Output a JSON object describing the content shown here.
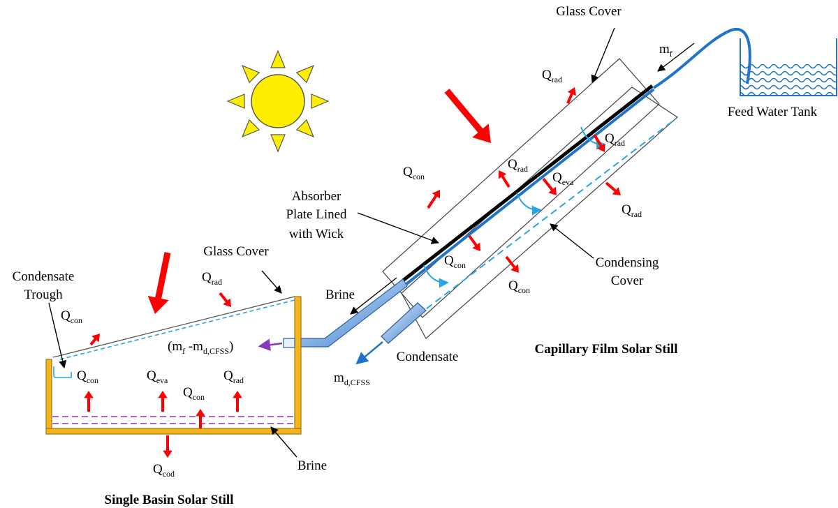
{
  "colors": {
    "heat_arrow": "#ff0000",
    "frame_gold": "#f5b51b",
    "water_blue": "#1f74c9",
    "wick_black": "#000000",
    "condensate_cyan": "#27a6e6",
    "brine_purple": "#8a3ab9",
    "sun_yellow": "#ffee00"
  },
  "icons": [
    "sun-icon",
    "heat-flow-arrow",
    "solar-radiation-arrow"
  ],
  "labels": {
    "glass_cover_top": "Glass Cover",
    "mf": {
      "base": "m",
      "sub": "f"
    },
    "feed_water_tank": "Feed Water Tank",
    "absorber_1": "Absorber",
    "absorber_2": "Plate Lined",
    "absorber_3": "with Wick",
    "condensing_1": "Condensing",
    "condensing_2": "Cover",
    "brine_top": "Brine",
    "condensate": "Condensate",
    "md_cfss": {
      "base": "m",
      "sub": "d,CFSS"
    },
    "cfss_title": "Capillary Film Solar Still",
    "glass_cover_left": "Glass Cover",
    "condensate_trough_1": "Condensate",
    "condensate_trough_2": "Trough",
    "outflow": {
      "pre": "(m",
      "sub1": "f",
      "mid": " -m",
      "sub2": "d,CFSS",
      "post": ")"
    },
    "brine_bottom": "Brine",
    "sbss_title": "Single Basin Solar Still"
  },
  "heat_terms": {
    "rad_top": {
      "base": "Q",
      "sub": "rad"
    },
    "con_upper": {
      "base": "Q",
      "sub": "con"
    },
    "rad_mid": {
      "base": "Q",
      "sub": "rad"
    },
    "eva_mid": {
      "base": "Q",
      "sub": "eva"
    },
    "rad_right1": {
      "base": "Q",
      "sub": "rad"
    },
    "rad_right2": {
      "base": "Q",
      "sub": "rad"
    },
    "con_mid": {
      "base": "Q",
      "sub": "con"
    },
    "con_low": {
      "base": "Q",
      "sub": "con"
    },
    "rad_basin_top": {
      "base": "Q",
      "sub": "rad"
    },
    "con_basin_glass": {
      "base": "Q",
      "sub": "con"
    },
    "con_basin_1": {
      "base": "Q",
      "sub": "con"
    },
    "eva_basin": {
      "base": "Q",
      "sub": "eva"
    },
    "con_basin_2": {
      "base": "Q",
      "sub": "con"
    },
    "rad_basin": {
      "base": "Q",
      "sub": "rad"
    },
    "cod_basin": {
      "base": "Q",
      "sub": "cod"
    }
  }
}
